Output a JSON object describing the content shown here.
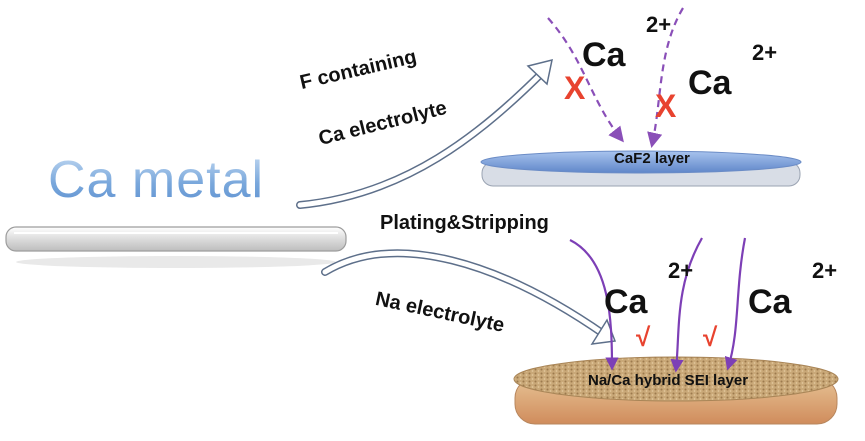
{
  "diagram": {
    "source_label": "Ca metal",
    "upper_path": {
      "line1": "F containing",
      "line2": "Ca electrolyte",
      "layer_label": "CaF2 layer",
      "ion_base": "Ca",
      "ion_charge": "2+",
      "blocked_mark": "X"
    },
    "process_label": "Plating&Stripping",
    "lower_path": {
      "label": "Na electrolyte",
      "layer_label": "Na/Ca hybrid SEI layer",
      "ion_base": "Ca",
      "ion_charge": "2+",
      "pass_mark": "√"
    },
    "colors": {
      "title_blue": "#7aa8dc",
      "arrow_purple_dashed": "#8a4fb8",
      "arrow_purple_solid": "#7d3fb6",
      "mark_red": "#e8432f",
      "caf2_layer": "#7da2dc",
      "sei_layer": "#d9a57a"
    }
  }
}
